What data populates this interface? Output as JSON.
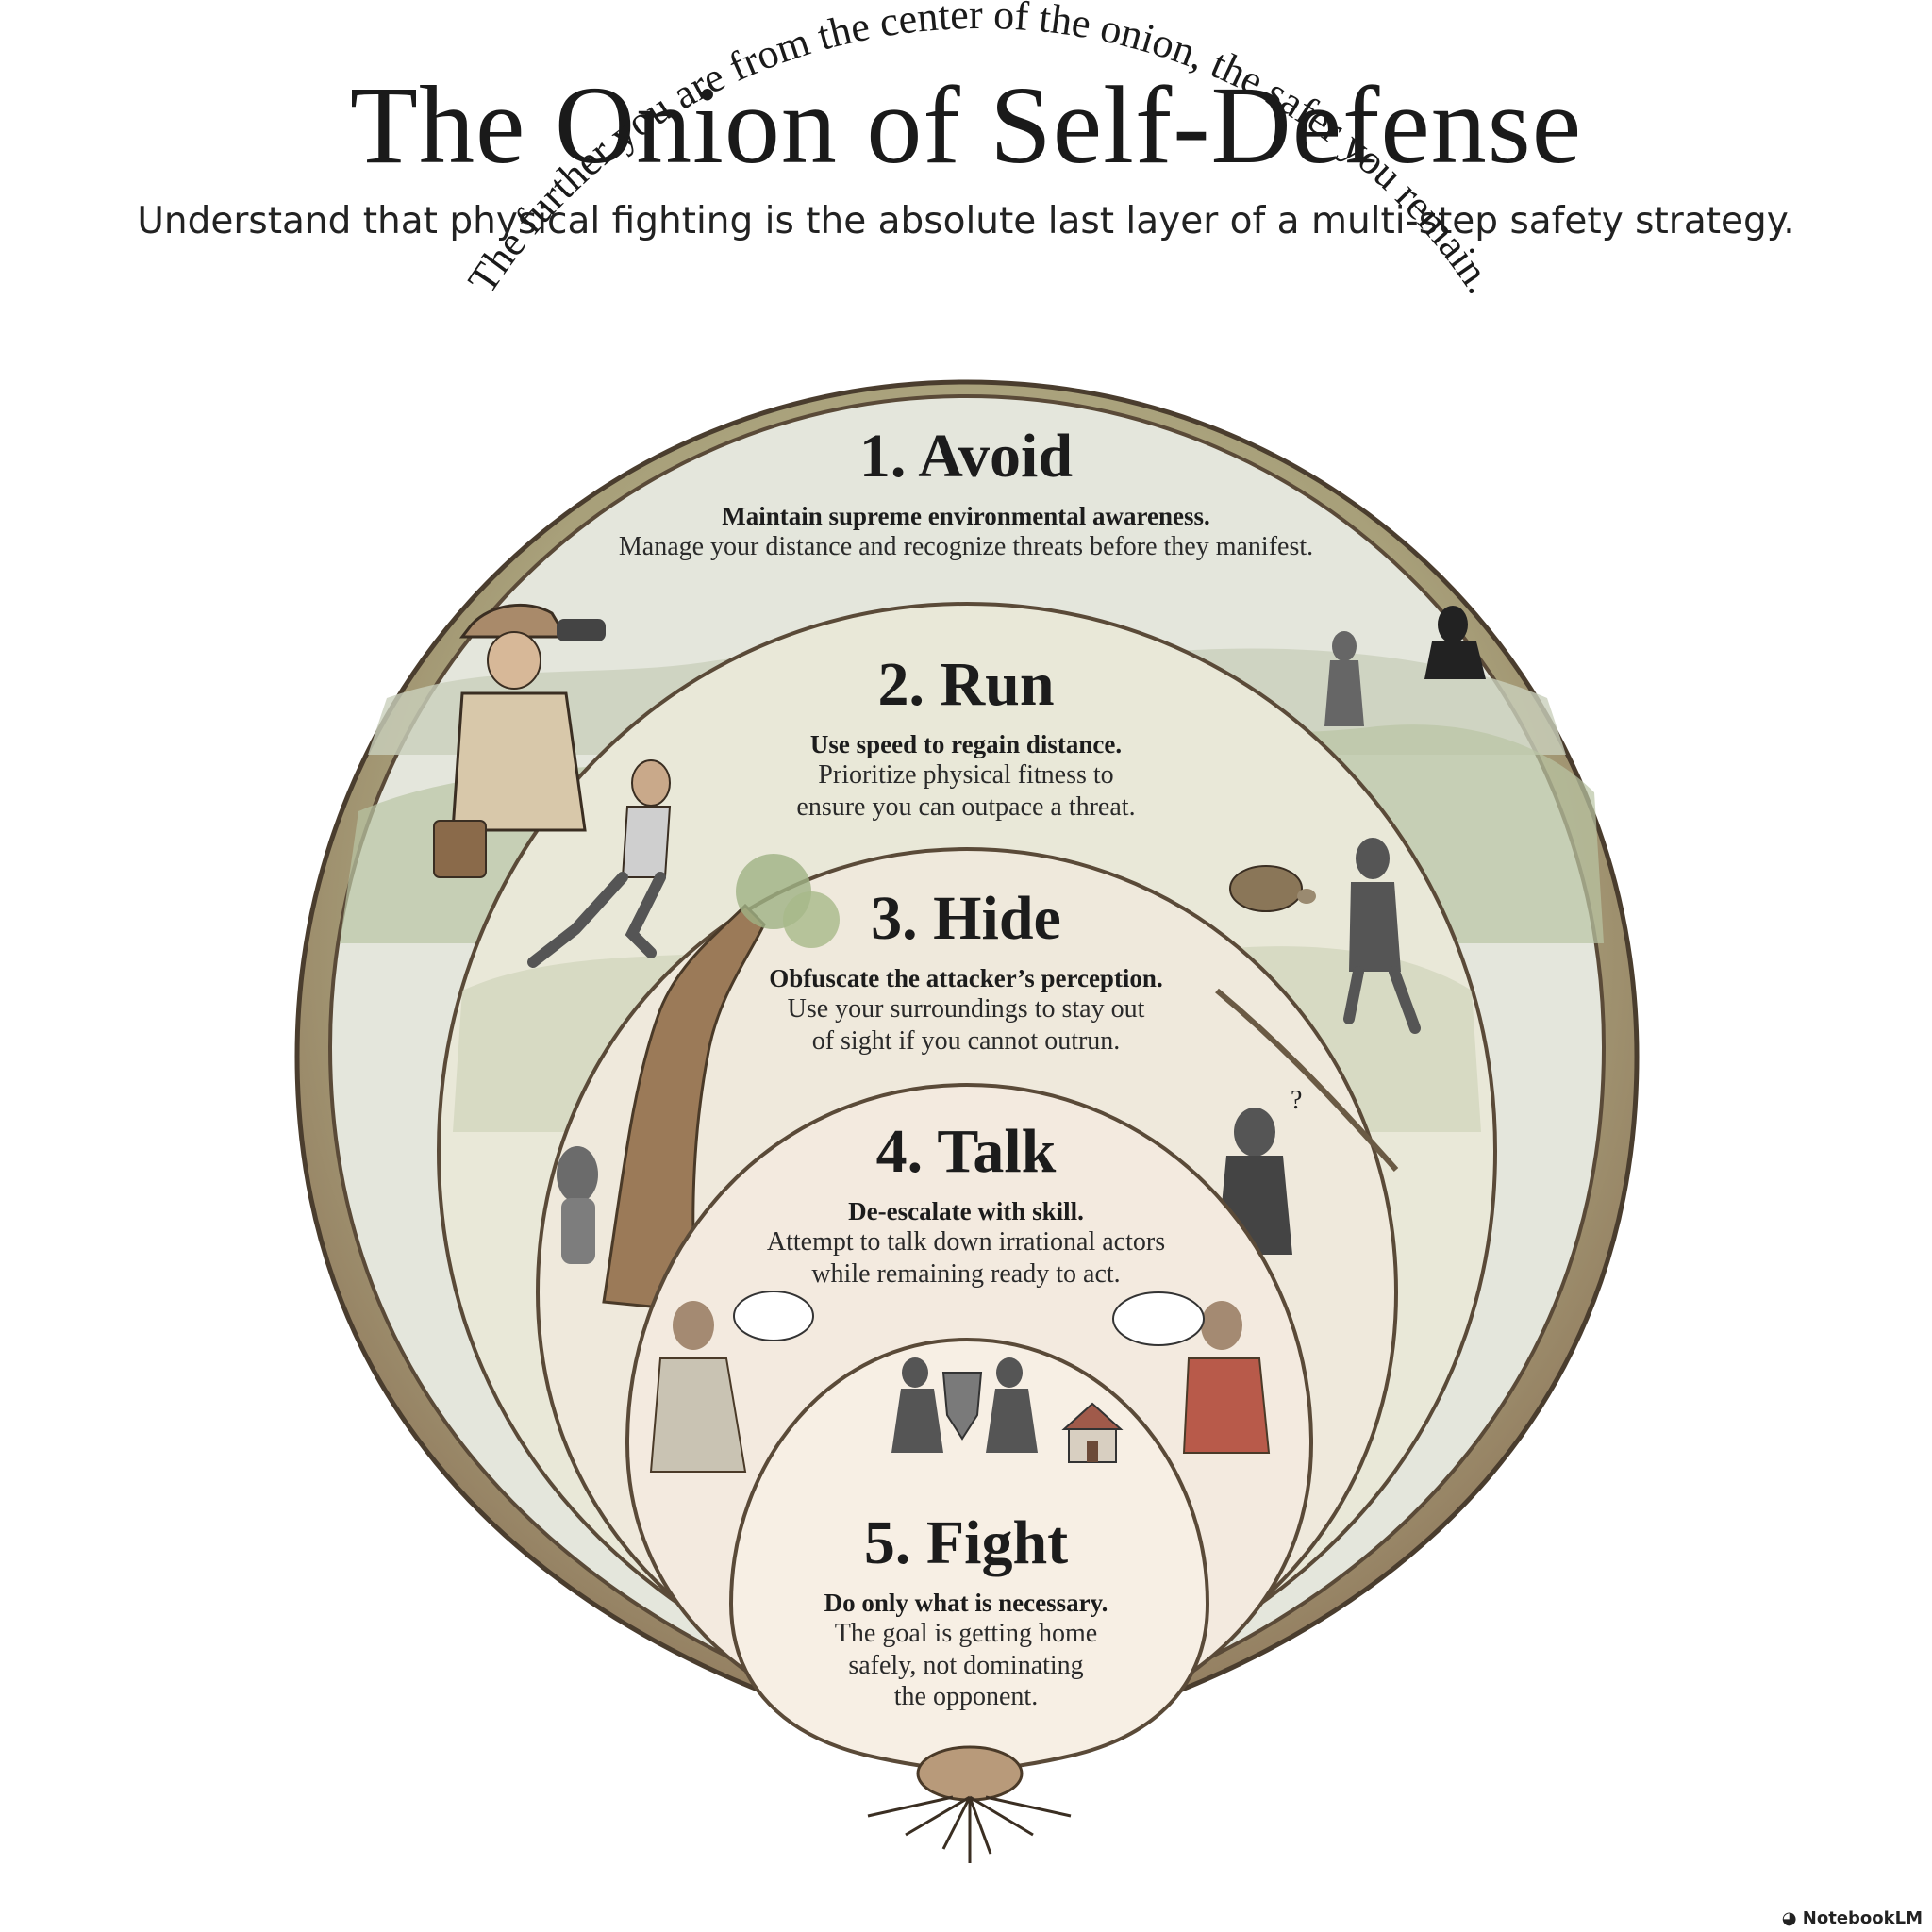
{
  "title": "The Onion of Self-Defense",
  "subtitle": "Understand that physical fighting is the absolute last layer of a multi-step safety strategy.",
  "arc_caption": "The further you are from the center of the onion, the safer you remain.",
  "layers": [
    {
      "title": "1. Avoid",
      "lead": "Maintain supreme environmental awareness.",
      "description": "Manage your distance and recognize threats before they manifest.",
      "color": "#e4e6dc"
    },
    {
      "title": "2. Run",
      "lead": "Use speed to regain distance.",
      "description_lines": [
        "Prioritize physical fitness to",
        "ensure you can outpace a threat."
      ],
      "color": "#e9e8d8"
    },
    {
      "title": "3. Hide",
      "lead": "Obfuscate the attacker’s perception.",
      "description_lines": [
        "Use your surroundings to stay out",
        "of sight if you cannot outrun."
      ],
      "color": "#efe9dc"
    },
    {
      "title": "4. Talk",
      "lead": "De-escalate with skill.",
      "description_lines": [
        "Attempt to talk down irrational actors",
        "while remaining ready to act."
      ],
      "color": "#f3eadf"
    },
    {
      "title": "5. Fight",
      "lead": "Do only what is necessary.",
      "description_lines": [
        "The goal is getting home",
        "safely, not dominating",
        "the opponent."
      ],
      "color": "#f7efe4"
    }
  ],
  "icons": {
    "avoid": "binoculars-hiker-icon",
    "avoid_threat": "lurking-figure-icon",
    "run": "running-woman-icon",
    "run_threat": "chasing-figure-icon",
    "turtle": "turtle-icon",
    "hide": "tree-hiding-icon",
    "hide_threat": "searching-figure-icon",
    "talk_left": "calm-speaker-icon",
    "talk_right": "angry-speaker-icon",
    "fight": "shield-struggle-icon",
    "home": "house-icon"
  },
  "watermark": "NotebookLM"
}
